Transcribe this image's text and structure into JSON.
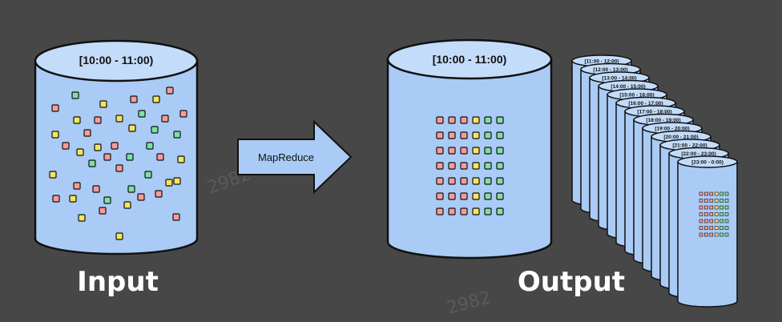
{
  "input": {
    "label": "Input",
    "cylinder_label": "[10:00 - 11:00)",
    "scatter": [
      [
        "red",
        0
      ],
      [
        "green",
        0
      ],
      [
        "yellow",
        0
      ],
      [
        "red",
        0
      ],
      [
        "yellow",
        0
      ],
      [
        "red",
        0
      ],
      [
        "red",
        0
      ],
      [
        "yellow",
        0
      ],
      [
        "red",
        0
      ],
      [
        "yellow",
        0
      ],
      [
        "green",
        0
      ],
      [
        "red",
        0
      ],
      [
        "yellow",
        0
      ],
      [
        "green",
        0
      ],
      [
        "yellow",
        0
      ],
      [
        "red",
        0
      ],
      [
        "green",
        0
      ],
      [
        "red",
        0
      ],
      [
        "red",
        0
      ],
      [
        "yellow",
        0
      ],
      [
        "green",
        0
      ],
      [
        "yellow",
        0
      ],
      [
        "red",
        0
      ],
      [
        "green",
        0
      ],
      [
        "red",
        0
      ],
      [
        "yellow",
        0
      ],
      [
        "green",
        0
      ],
      [
        "red",
        0
      ],
      [
        "yellow",
        0
      ],
      [
        "green",
        0
      ],
      [
        "red",
        0
      ],
      [
        "yellow",
        0
      ],
      [
        "red",
        0
      ],
      [
        "green",
        0
      ],
      [
        "yellow",
        0
      ],
      [
        "red",
        0
      ],
      [
        "red",
        0
      ],
      [
        "yellow",
        0
      ],
      [
        "green",
        0
      ],
      [
        "red",
        0
      ],
      [
        "yellow",
        0
      ],
      [
        "red",
        0
      ],
      [
        "yellow",
        0
      ],
      [
        "red",
        0
      ],
      [
        "yellow",
        0
      ]
    ]
  },
  "arrow": {
    "label": "MapReduce"
  },
  "output": {
    "label": "Output",
    "main_cylinder_label": "[10:00 - 11:00)",
    "grid_rows": [
      [
        "red",
        "red",
        "red",
        "yellow",
        "green",
        "green"
      ],
      [
        "red",
        "red",
        "red",
        "yellow",
        "green",
        "green"
      ],
      [
        "red",
        "red",
        "red",
        "yellow",
        "green",
        "green"
      ],
      [
        "red",
        "red",
        "red",
        "yellow",
        "green",
        "green"
      ],
      [
        "red",
        "red",
        "red",
        "yellow",
        "green",
        "green"
      ],
      [
        "red",
        "red",
        "red",
        "yellow",
        "green",
        "green"
      ],
      [
        "red",
        "red",
        "red",
        "yellow",
        "green",
        "green"
      ]
    ],
    "stack_labels": [
      "[11:00 - 12:00)",
      "[12:00 - 13:00)",
      "[13:00 - 14:00)",
      "[14:00 - 15:00)",
      "[15:00 - 16:00)",
      "[16:00 - 17:00)",
      "[17:00 - 18:00)",
      "[18:00 - 19:00)",
      "[19:00 - 20:00)",
      "[20:00 - 21:00)",
      "[21:00 - 22:00)",
      "[22:00 - 23:00)",
      "[23:00 - 0:00)"
    ]
  },
  "colors": {
    "background": "#474747",
    "cylinder_body": "#a9cbf5",
    "cylinder_top": "#c3dcfa",
    "outline": "#111111",
    "arrow_fill": "#a9cbf5",
    "red": "#f79b9b",
    "green": "#7fe0a4",
    "yellow": "#f6e55c"
  },
  "watermark": "2982"
}
